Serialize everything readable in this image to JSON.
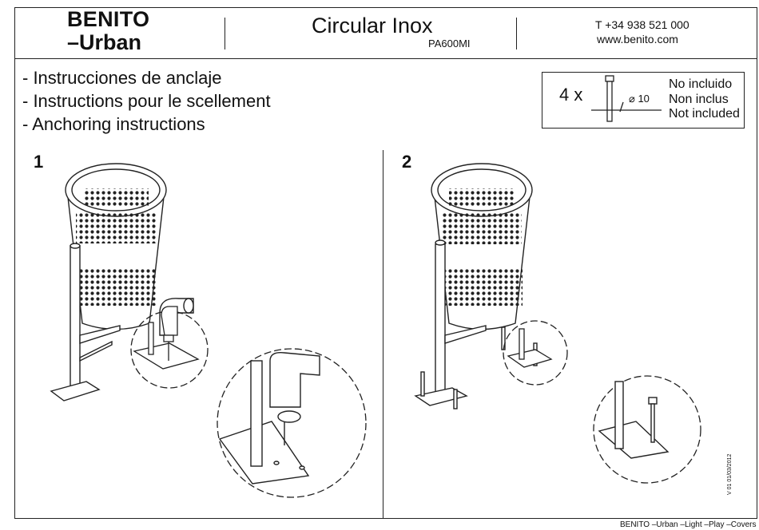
{
  "header": {
    "brand_line1": "BENITO",
    "brand_line2": "–Urban",
    "product_name": "Circular Inox",
    "product_code": "PA600MI",
    "phone": "T +34 938 521 000",
    "website": "www.benito.com"
  },
  "instructions": [
    "- Instrucciones de anclaje",
    "- Instructions pour le scellement",
    "- Anchoring instructions"
  ],
  "fixing_box": {
    "quantity": "4 x",
    "diameter_label": "10",
    "diameter_symbol": "⌀",
    "notes": [
      "No incluido",
      "Non inclus",
      "Not included"
    ]
  },
  "steps": [
    "1",
    "2"
  ],
  "version": "V 01 01/03/2012",
  "footer": "BENITO –Urban –Light –Play –Covers",
  "colors": {
    "line": "#222222",
    "background": "#ffffff"
  }
}
